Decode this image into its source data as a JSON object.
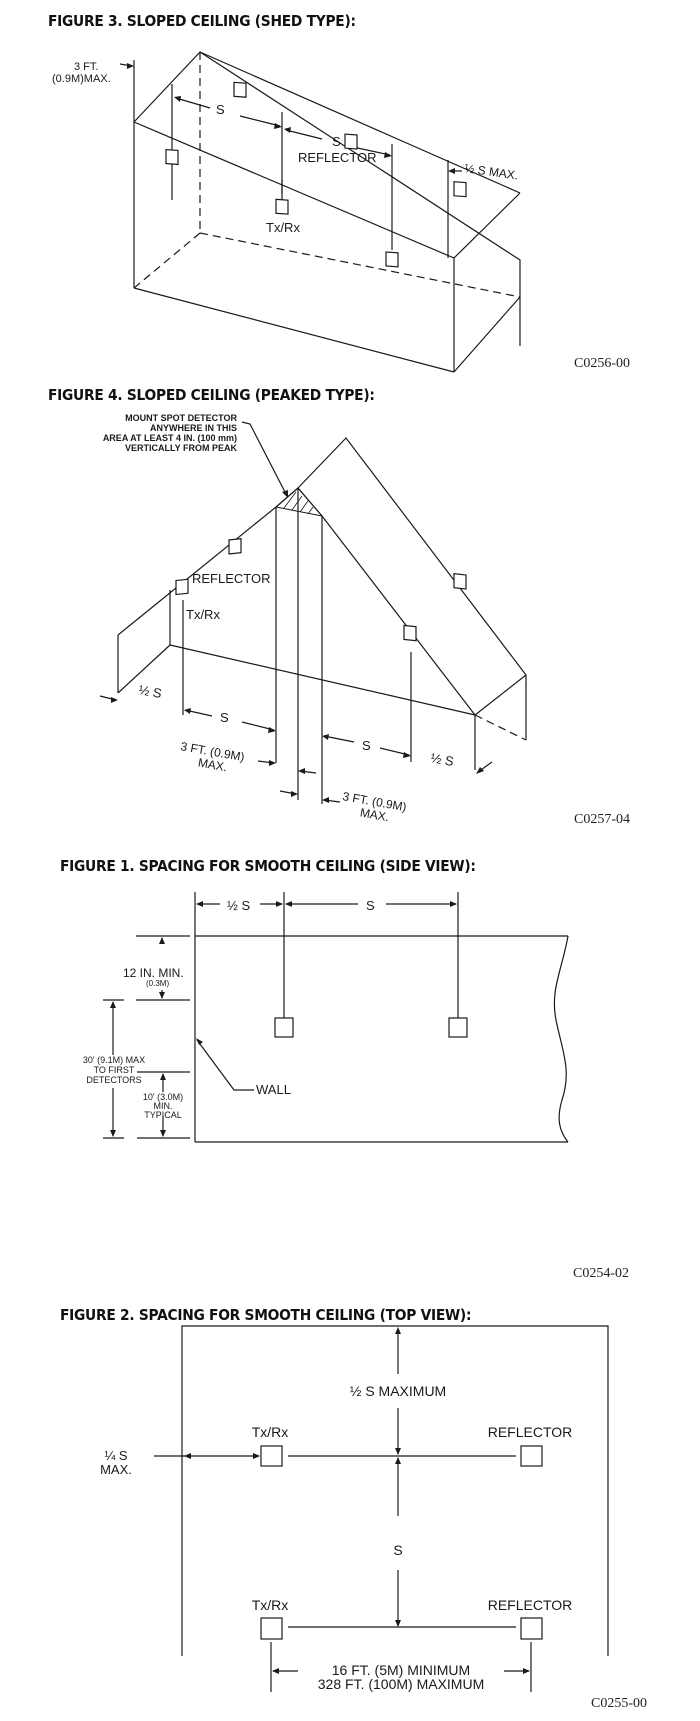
{
  "figures": [
    {
      "id": "figure-3",
      "title": "FIGURE 3. SLOPED CEILING (SHED TYPE):",
      "code": "C0256-00",
      "labels": {
        "max_offset_line1": "3 FT.",
        "max_offset_line2": "(0.9M)MAX.",
        "spacing_1": "S",
        "spacing_2": "S",
        "half_s_max": "½ S MAX.",
        "reflector": "REFLECTOR",
        "txrx": "Tx/Rx"
      }
    },
    {
      "id": "figure-4",
      "title": "FIGURE 4. SLOPED CEILING (PEAKED TYPE):",
      "code": "C0257-04",
      "labels": {
        "note_line1": "MOUNT SPOT DETECTOR",
        "note_line2": "ANYWHERE IN THIS",
        "note_line3": "AREA AT LEAST 4 IN. (100 mm)",
        "note_line4": "VERTICALLY FROM PEAK",
        "reflector": "REFLECTOR",
        "txrx": "Tx/Rx",
        "half_s_left": "½ S",
        "spacing_left": "S",
        "spacing_right": "S",
        "half_s_right": "½ S",
        "max_left_line1": "3 FT. (0.9M)",
        "max_left_line2": "MAX.",
        "max_right_line1": "3 FT. (0.9M)",
        "max_right_line2": "MAX."
      }
    },
    {
      "id": "figure-1",
      "title": "FIGURE 1. SPACING FOR SMOOTH CEILING (SIDE VIEW):",
      "code": "C0254-02",
      "labels": {
        "half_s": "½ S",
        "spacing": "S",
        "min_drop_line1": "12 IN. MIN.",
        "min_drop_line2": "(0.3M)",
        "max_height_line1": "30' (9.1M) MAX",
        "max_height_line2": "TO FIRST",
        "max_height_line3": "DETECTORS",
        "min_height_line1": "10' (3.0M)",
        "min_height_line2": "MIN.",
        "min_height_line3": "TYPICAL",
        "wall": "WALL"
      }
    },
    {
      "id": "figure-2",
      "title": "FIGURE 2. SPACING FOR SMOOTH CEILING (TOP VIEW):",
      "code": "C0255-00",
      "labels": {
        "half_s_maximum": "½ S MAXIMUM",
        "quarter_s_line1": "¼ S",
        "quarter_s_line2": "MAX.",
        "txrx_top": "Tx/Rx",
        "reflector_top": "REFLECTOR",
        "spacing": "S",
        "txrx_bottom": "Tx/Rx",
        "reflector_bottom": "REFLECTOR",
        "range_line1": "16 FT. (5M) MINIMUM",
        "range_line2": "328 FT. (100M) MAXIMUM"
      }
    }
  ]
}
